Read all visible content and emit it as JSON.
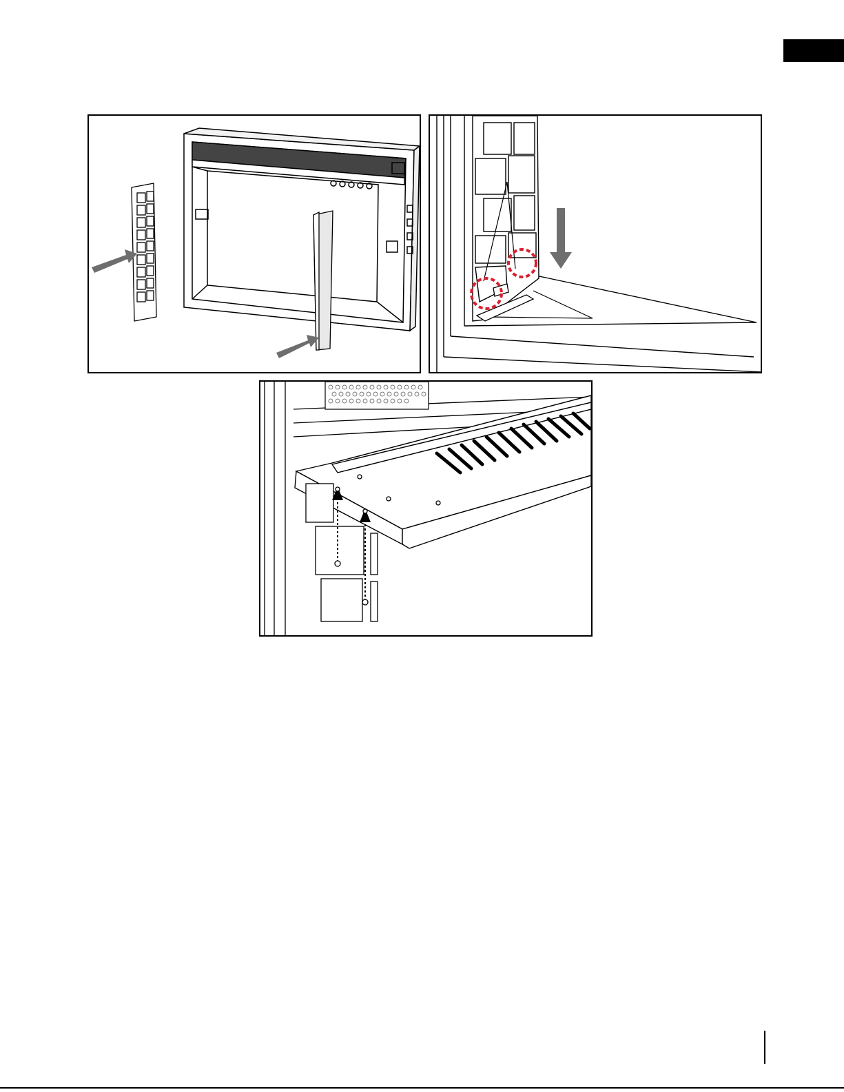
{
  "page": {
    "page_number": "",
    "tab_marker_color": "#000000"
  },
  "figures": [
    {
      "id": "fig-a",
      "icons": [
        "left-brick-panel-icon",
        "right-brick-panel-icon",
        "firebox-icon",
        "insert-arrow-icon"
      ]
    },
    {
      "id": "fig-b",
      "icons": [
        "brick-panel-icon",
        "down-arrow-icon",
        "tab-highlight-circle-icon",
        "slot-callout-line-icon"
      ]
    },
    {
      "id": "fig-c",
      "icons": [
        "top-panel-icon",
        "screw-icon",
        "dashed-arrow-icon",
        "vent-slot-icon"
      ]
    }
  ],
  "colors": {
    "highlight": "#d8202f",
    "arrow": "#6e6e6e",
    "line": "#000000"
  }
}
